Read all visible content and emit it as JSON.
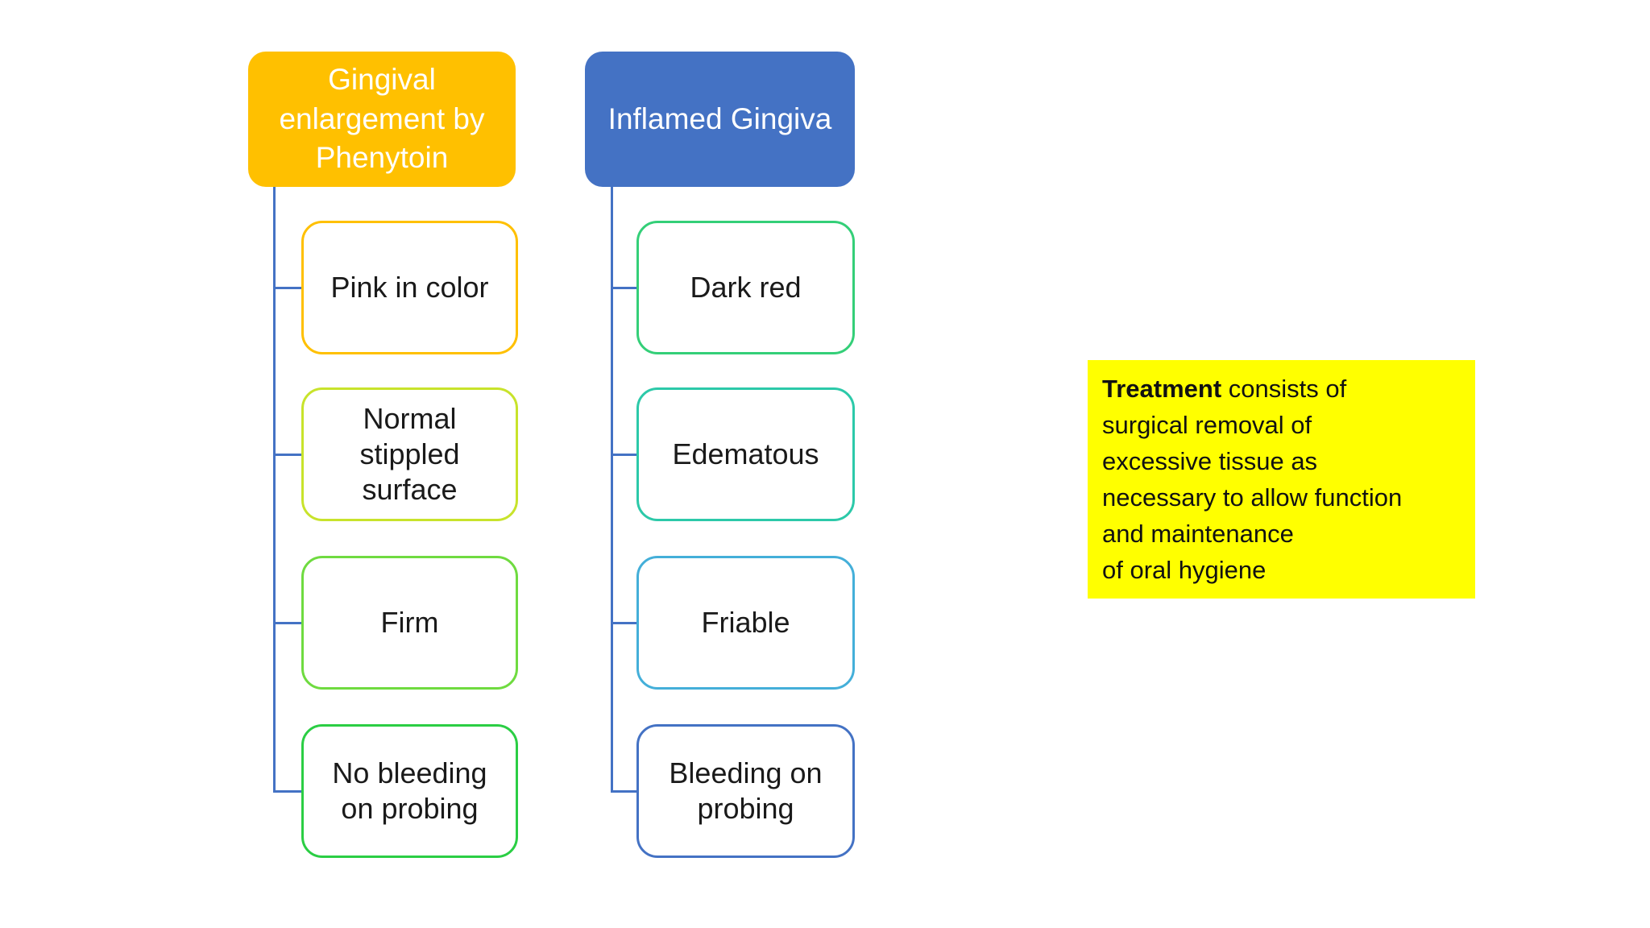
{
  "diagram": {
    "connector_color": "#4472C4",
    "left_tree": {
      "header": {
        "label": "Gingival enlargement by Phenytoin",
        "bg": "#FFC000"
      },
      "children": [
        {
          "label": "Pink in color",
          "border": "#FFC000"
        },
        {
          "label": "Normal stippled surface",
          "border": "#C8E32B"
        },
        {
          "label": "Firm",
          "border": "#6FDB40"
        },
        {
          "label": "No bleeding on probing",
          "border": "#2BCE44"
        }
      ]
    },
    "right_tree": {
      "header": {
        "label": "Inflamed Gingiva",
        "bg": "#4472C4"
      },
      "children": [
        {
          "label": "Dark red",
          "border": "#34CF78"
        },
        {
          "label": "Edematous",
          "border": "#2CC9A9"
        },
        {
          "label": "Friable",
          "border": "#44AFD9"
        },
        {
          "label": "Bleeding on probing",
          "border": "#4472C4"
        }
      ]
    }
  },
  "note": {
    "bg": "#FFFF00",
    "bold_lead": "Treatment",
    "line1_rest": " consists of",
    "line2": "surgical removal of",
    "line3": "excessive tissue as",
    "line4": "necessary to allow function",
    "line5": "and maintenance",
    "line6": "of oral hygiene"
  }
}
